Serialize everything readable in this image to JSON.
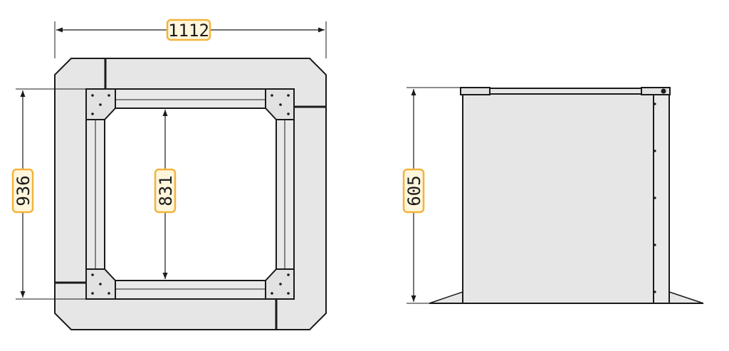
{
  "colors": {
    "line": "#1a1a1a",
    "panel_fill": "#e6e6e6",
    "label_fill": "#fff6dc",
    "label_stroke": "#f2b33d",
    "bolt": "#1a1a1a"
  },
  "dimensions": {
    "top_width": "1112",
    "top_height": "936",
    "inner_opening": "831",
    "side_height": "605"
  }
}
